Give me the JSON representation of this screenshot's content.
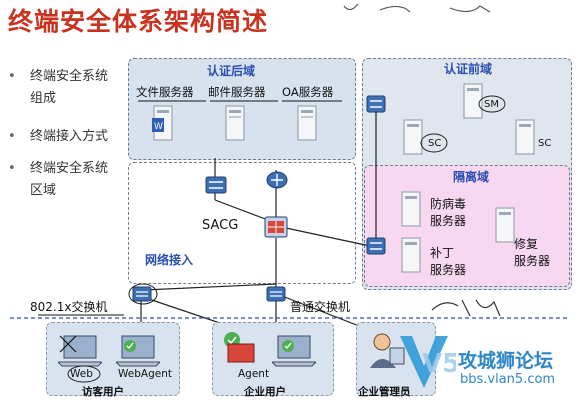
{
  "title": "终端安全体系架构简述",
  "bullets": [
    {
      "line1": "终端安全系统",
      "line2": "组成"
    },
    {
      "line1": "终端接入方式",
      "line2": ""
    },
    {
      "line1": "终端安全系统",
      "line2": "区域"
    }
  ],
  "zones": {
    "auth_back": "认证后域",
    "auth_front": "认证前域",
    "isolation": "隔离域",
    "network": "网络接入"
  },
  "servers": {
    "file": "文件服务器",
    "mail": "邮件服务器",
    "oa": "OA服务器",
    "sm": "SM",
    "sc1": "SC",
    "sc2": "SC",
    "antivirus_1": "防病毒",
    "antivirus_2": "服务器",
    "patch_1": "补丁",
    "patch_2": "服务器",
    "repair_1": "修复",
    "repair_2": "服务器"
  },
  "devices": {
    "sacg": "SACG",
    "switch_8021x": "802.1x交换机",
    "switch_normal": "普通交换机"
  },
  "users": {
    "web": "Web",
    "webagent": "WebAgent",
    "agent": "Agent",
    "guest": "访客用户",
    "enterprise": "企业用户",
    "admin": "企业管理员"
  },
  "watermark": {
    "name": "攻城狮论坛",
    "url": "bbs.vlan5.com",
    "logo": "V5"
  },
  "colors": {
    "title": "#c8321e",
    "zone_label": "#2a4fb0",
    "auth_back_fill": "#d8e2ee",
    "auth_front_fill": "#dfe6ee",
    "isolation_fill": "#f8d8f0"
  }
}
